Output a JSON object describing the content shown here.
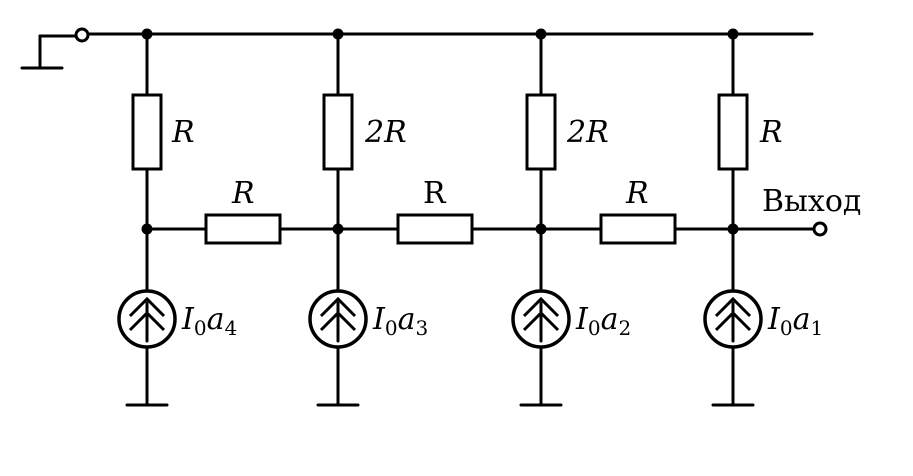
{
  "resistors": {
    "vertical": [
      "R",
      "2R",
      "2R",
      "R"
    ],
    "horizontal": [
      "R",
      "R",
      "R"
    ]
  },
  "sources": [
    {
      "symbol": "I",
      "index0": "0",
      "var": "a",
      "index": "4"
    },
    {
      "symbol": "I",
      "index0": "0",
      "var": "a",
      "index": "3"
    },
    {
      "symbol": "I",
      "index0": "0",
      "var": "a",
      "index": "2"
    },
    {
      "symbol": "I",
      "index0": "0",
      "var": "a",
      "index": "1"
    }
  ],
  "output_label": "Выход"
}
